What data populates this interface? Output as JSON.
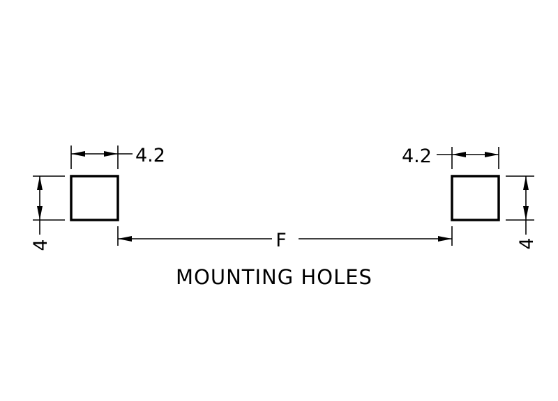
{
  "drawing": {
    "title": "MOUNTING HOLES",
    "left_hole": {
      "width_label": "4.2",
      "height_label": "4"
    },
    "right_hole": {
      "width_label": "4.2",
      "height_label": "4"
    },
    "spacing_label": "F",
    "colors": {
      "line": "#000000",
      "background": "#ffffff"
    }
  }
}
